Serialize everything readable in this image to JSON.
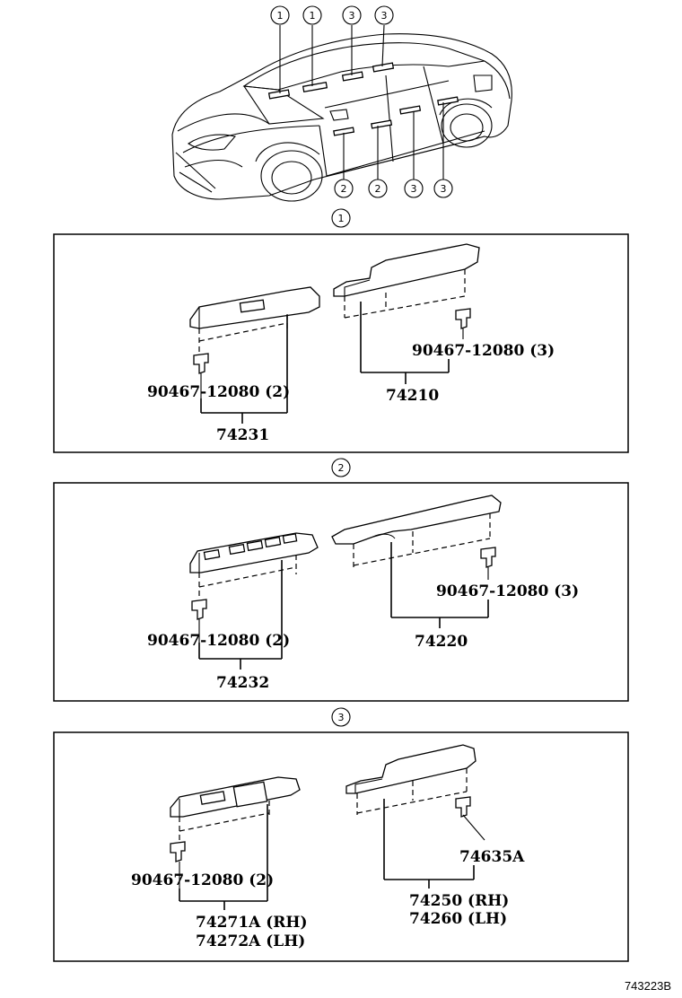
{
  "callouts": {
    "one": "1",
    "two": "2",
    "three": "3"
  },
  "section1": {
    "switch_part": "74231",
    "switch_clip": "90467-12080 (2)",
    "armrest_part": "74210",
    "armrest_clip": "90467-12080 (3)"
  },
  "section2": {
    "switch_part": "74232",
    "switch_clip": "90467-12080 (2)",
    "armrest_part": "74220",
    "armrest_clip": "90467-12080 (3)"
  },
  "section3": {
    "switch_part_rh": "74271A (RH)",
    "switch_part_lh": "74272A (LH)",
    "switch_clip": "90467-12080 (2)",
    "armrest_part_rh": "74250 (RH)",
    "armrest_part_lh": "74260 (LH)",
    "armrest_clip": "74635A"
  },
  "figure_id": "743223B"
}
